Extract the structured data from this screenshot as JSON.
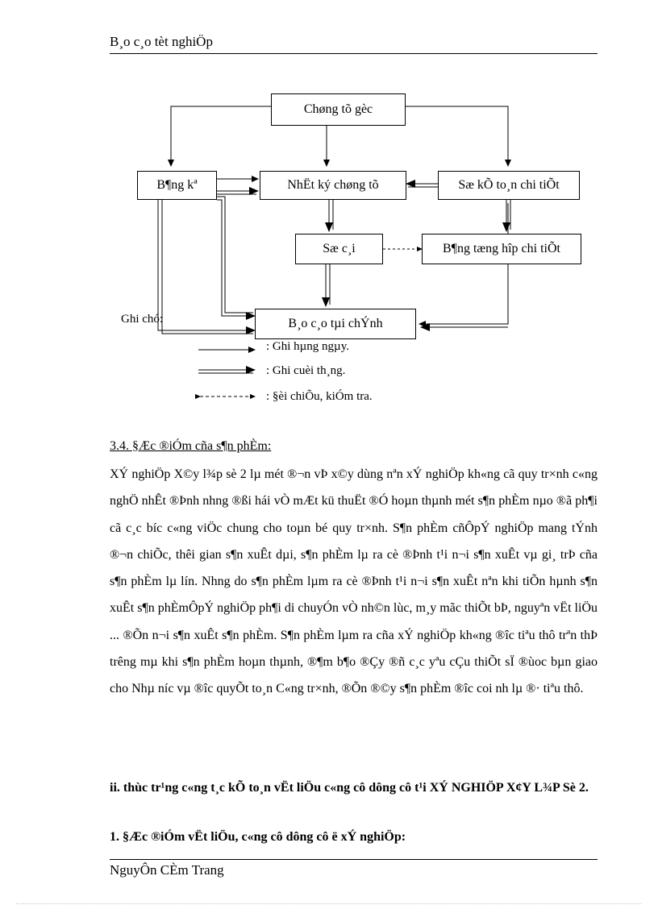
{
  "header": {
    "title": "B¸o c¸o tèt nghiÖp"
  },
  "diagram": {
    "boxes": {
      "source": "Chøng tõ gèc",
      "register": "B¶ng kª",
      "journal": "NhËt ký chøng tõ",
      "detail_ledger": "Sæ kÕ to¸n chi tiÕt",
      "general_ledger": "Sæ c¸i",
      "detail_summary": "B¶ng tæng hîp chi tiÕt",
      "financial_report": "B¸o c¸o tµi chÝnh"
    },
    "legend": {
      "title": "Ghi chó:",
      "daily": ": Ghi hµng ngµy.",
      "month_end": ": Ghi cuèi th¸ng.",
      "check": ": §èi chiÕu, kiÓm tra."
    }
  },
  "section": {
    "heading": "3.4. §Æc ®iÓm cña s¶n phÈm:",
    "paragraph": "XÝ nghiÖp X©y l¾p sè 2 lµ mét ®¬n vÞ x©y dùng nªn xÝ nghiÖp kh«ng cã quy tr×nh c«ng nghÖ nhÊt ®Þnh nhng ®ßi hái vÒ mÆt kü thuËt ®Ó hoµn thµnh mét s¶n phÈm nµo ®ã ph¶i cã c¸c bíc c«ng viÖc chung cho toµn bé quy tr×nh. S¶n phÈm cñÔpÝ nghiÖp mang tÝnh ®¬n chiÕc, thêi gian s¶n xuÊt dµi, s¶n phÈm lµ ra cè ®Þnh t¹i n¬i s¶n xuÊt vµ gi¸ trÞ cña s¶n phÈm lµ lín. Nhng do s¶n phÈm lµm ra cè ®Þnh t¹i n¬i s¶n xuÊt nªn khi tiÕn hµnh s¶n xuÊt s¶n phÈmÔpÝ nghiÖp ph¶i di chuyÓn vÒ nh©n lùc, m¸y mãc thiÕt bÞ, nguyªn vËt liÖu ... ®Õn n¬i s¶n xuÊt s¶n phÈm. S¶n phÈm lµm ra cña xÝ nghiÖp kh«ng ®îc tiªu thô trªn thÞ trêng mµ khi s¶n phÈm hoµn thµnh, ®¶m b¶o ®Çy ®ñ c¸c yªu cÇu thiÕt sÏ ®ùoc bµn giao cho Nhµ níc vµ ®îc quyÕt to¸n C«ng tr×nh, ®Õn ®©y s¶n phÈm ®îc coi nh lµ ®· tiªu thô."
  },
  "chapter": {
    "heading": "ii. thùc tr¹ng c«ng t¸c kÕ to¸n vËt liÖu c«ng cô dông cô t¹i XÝ NGHIÖP X¢Y L¾P Sè 2."
  },
  "subsection": {
    "heading": "1. §Æc ®iÓm vËt liÖu, c«ng cô dông cô ë xÝ nghiÖp:"
  },
  "footer": {
    "author": "NguyÔn CÈm Trang"
  }
}
